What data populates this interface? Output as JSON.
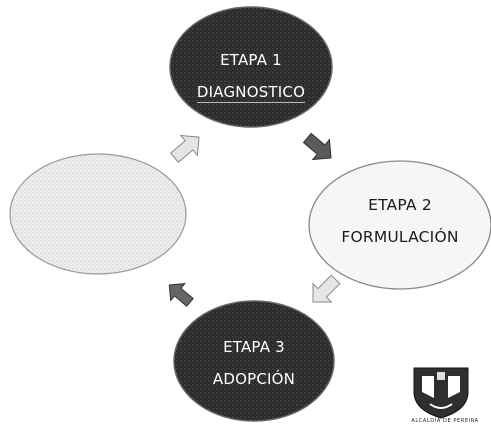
{
  "stages": [
    {
      "id": "etapa-1",
      "line1": "ETAPA 1",
      "line2": "DIAGNOSTICO"
    },
    {
      "id": "etapa-2",
      "line1": "ETAPA 2",
      "line2": "FORMULACIÓN"
    },
    {
      "id": "etapa-3",
      "line1": "ETAPA 3",
      "line2": "ADOPCIÓN"
    },
    {
      "id": "etapa-4",
      "line1": "",
      "line2": ""
    }
  ],
  "logo": {
    "caption": "ALCALDÍA DE PEREIRA"
  },
  "colors": {
    "dark_fill": "#2a2a2a",
    "light_fill": "#f4f4f4",
    "outline": "#777777",
    "arrow_gray": "#b8b8b8",
    "arrow_dark": "#555555"
  }
}
